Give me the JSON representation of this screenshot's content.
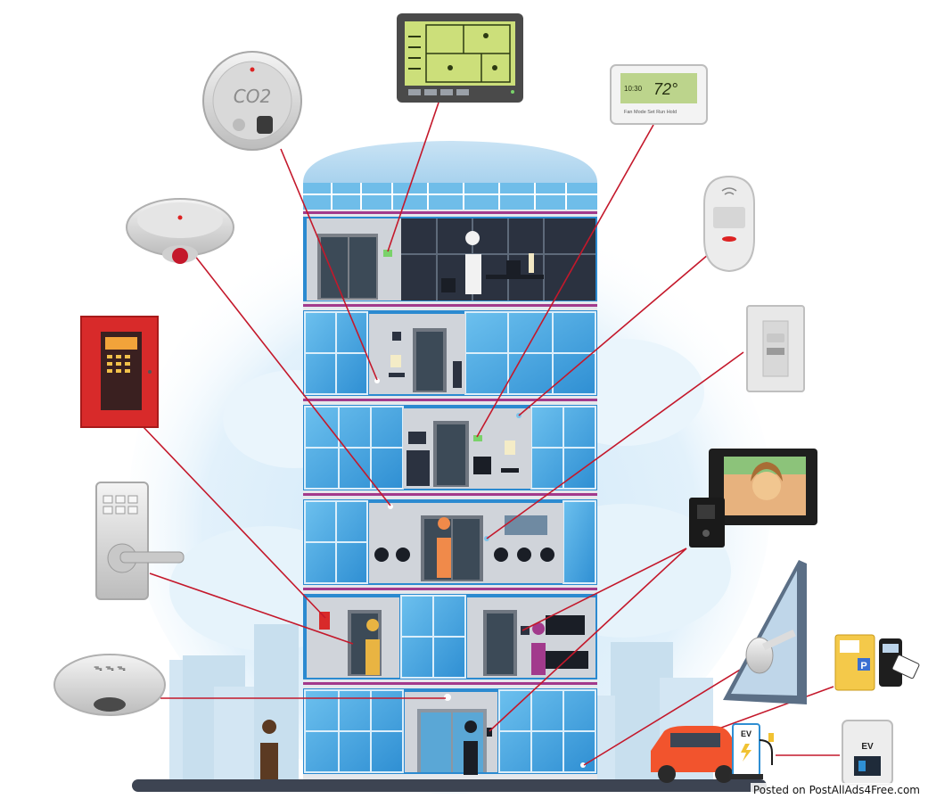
{
  "devices": {
    "co2_detector": {
      "label": "CO2"
    },
    "thermostat": {
      "time": "10:30",
      "temp": "72°",
      "buttons": "Fan  Mode  Set  Run  Hold"
    },
    "ev_tag": {
      "label": "EV"
    },
    "ev_charger_label": {
      "label": "EV"
    },
    "parking_kiosk": {
      "label": "P"
    },
    "occupancy_sensor_symbol": {
      "label": "ᯓ ᯓ ᯓ"
    }
  },
  "watermark": {
    "text": "Posted on PostAllAds4Free.com"
  },
  "colors": {
    "sky_blue": "#c6e2f5",
    "building_blue": "#2f8fd3",
    "window_blue": "#5db3e6",
    "floor_grey": "#d5d9de",
    "accent_magenta": "#a23a8c",
    "wire_red": "#c4182b",
    "fire_panel_red": "#d82a2a",
    "car_orange": "#f2542d"
  }
}
